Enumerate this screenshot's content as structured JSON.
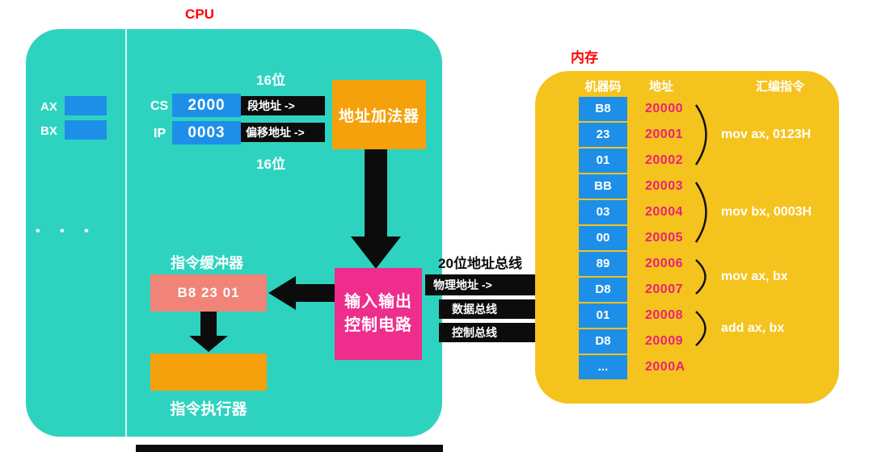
{
  "colors": {
    "cpu_bg": "#2ed3c0",
    "memory_bg": "#f5c31d",
    "register_blue": "#1e8fe8",
    "box_orange": "#f4a10c",
    "box_magenta": "#ee2d8c",
    "box_salmon": "#f08478",
    "title_red": "#ff0000",
    "address_pink": "#e8217c",
    "bus_black": "#0c0c0c"
  },
  "cpu": {
    "title": "CPU",
    "registers": [
      {
        "label": "AX"
      },
      {
        "label": "BX"
      }
    ],
    "dots": "• • •",
    "cs": {
      "label": "CS",
      "value": "2000",
      "strip": "段地址 ->"
    },
    "ip": {
      "label": "IP",
      "value": "0003",
      "strip": "偏移地址 ->"
    },
    "bits_label_top": "16位",
    "bits_label_bottom": "16位",
    "address_adder": "地址加法器",
    "io_control_line1": "输入输出",
    "io_control_line2": "控制电路",
    "instruction_buffer": {
      "label": "指令缓冲器",
      "value": "B8 23 01"
    },
    "instruction_executor": {
      "label": "指令执行器"
    }
  },
  "bus": {
    "title": "20位地址总线",
    "physical_address": "物理地址  ->",
    "data_bus": "数据总线",
    "control_bus": "控制总线"
  },
  "memory": {
    "title": "内存",
    "headers": {
      "machine_code": "机器码",
      "address": "地址",
      "assembly": "汇编指令"
    },
    "rows": [
      {
        "code": "B8",
        "addr": "20000"
      },
      {
        "code": "23",
        "addr": "20001"
      },
      {
        "code": "01",
        "addr": "20002"
      },
      {
        "code": "BB",
        "addr": "20003"
      },
      {
        "code": "03",
        "addr": "20004"
      },
      {
        "code": "00",
        "addr": "20005"
      },
      {
        "code": "89",
        "addr": "20006"
      },
      {
        "code": "D8",
        "addr": "20007"
      },
      {
        "code": "01",
        "addr": "20008"
      },
      {
        "code": "D8",
        "addr": "20009"
      },
      {
        "code": "...",
        "addr": "2000A"
      }
    ],
    "instructions": [
      {
        "text": "mov ax, 0123H"
      },
      {
        "text": "mov bx, 0003H"
      },
      {
        "text": "mov ax, bx"
      },
      {
        "text": "add ax, bx"
      }
    ]
  }
}
